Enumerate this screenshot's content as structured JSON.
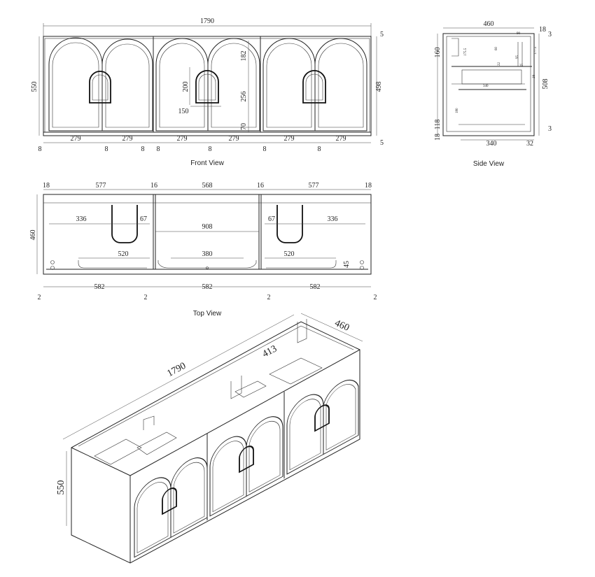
{
  "front_view": {
    "caption": "Front View",
    "width": "1790",
    "height": "550",
    "inner_height": "498",
    "top_gap": "5",
    "bottom_gap": "5",
    "handle_height": "200",
    "handle_width": "150",
    "arch_top": "182",
    "arch_mid": "256",
    "arch_base": "70",
    "arch_widths": [
      "279",
      "279",
      "279",
      "279",
      "279",
      "279"
    ],
    "gaps": [
      "8",
      "8",
      "8",
      "8",
      "8",
      "8",
      "8"
    ]
  },
  "side_view": {
    "caption": "Side View",
    "depth": "460",
    "bottom_depth": "340",
    "right_offset": "32",
    "height": "508",
    "top_offset": "18",
    "top_small": "3",
    "bottom_small": "3",
    "left_top": "160",
    "left_bottom": "118",
    "left_base": "18",
    "small_labels": [
      "90",
      "175.5",
      "95",
      "60",
      "22",
      "35",
      "180",
      "340",
      "38",
      "177.5"
    ]
  },
  "top_view": {
    "caption": "Top View",
    "depth": "460",
    "segments": [
      "18",
      "577",
      "16",
      "568",
      "16",
      "577",
      "18"
    ],
    "left_basin": "336",
    "left_gap": "67",
    "center_span": "908",
    "right_gap": "67",
    "right_basin": "336",
    "left_base": "520",
    "center_base": "380",
    "right_base": "520",
    "right_small": "45",
    "bottom_widths": [
      "582",
      "582",
      "582"
    ],
    "bottom_gaps": [
      "2",
      "2",
      "2",
      "2"
    ]
  },
  "iso_view": {
    "width": "1790",
    "depth": "460",
    "height": "550",
    "inner": "413"
  }
}
